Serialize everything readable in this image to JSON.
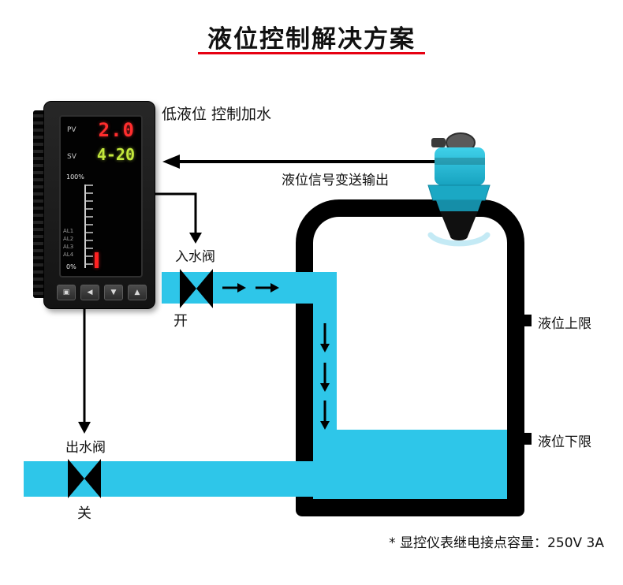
{
  "title": "液位控制解决方案",
  "meter": {
    "pv_label": "PV",
    "pv_value": "2.0",
    "sv_label": "SV",
    "sv_value": "4-20",
    "scale_top": "100%",
    "scale_bottom": "0%",
    "alarm_labels": [
      "AL1",
      "AL2",
      "AL3",
      "AL4"
    ],
    "button_glyphs": [
      "▣",
      "◀",
      "▼",
      "▲"
    ]
  },
  "labels": {
    "low_level_note": "低液位 控制加水",
    "signal_output": "液位信号变送输出",
    "inlet_valve": "入水阀",
    "inlet_valve_state": "开",
    "outlet_valve": "出水阀",
    "outlet_valve_state": "关",
    "upper_limit": "液位上限",
    "lower_limit": "液位下限"
  },
  "footnote": "* 显控仪表继电接点容量：250V 3A",
  "colors": {
    "pipe_cyan": "#2ec6e9",
    "accent_red": "#e60012",
    "line_black": "#000000",
    "sensor_teal": "#22b6d4",
    "display_red": "#ff2d2d",
    "display_green": "#c3e83c",
    "beam_blue": "#c4eaf5"
  }
}
